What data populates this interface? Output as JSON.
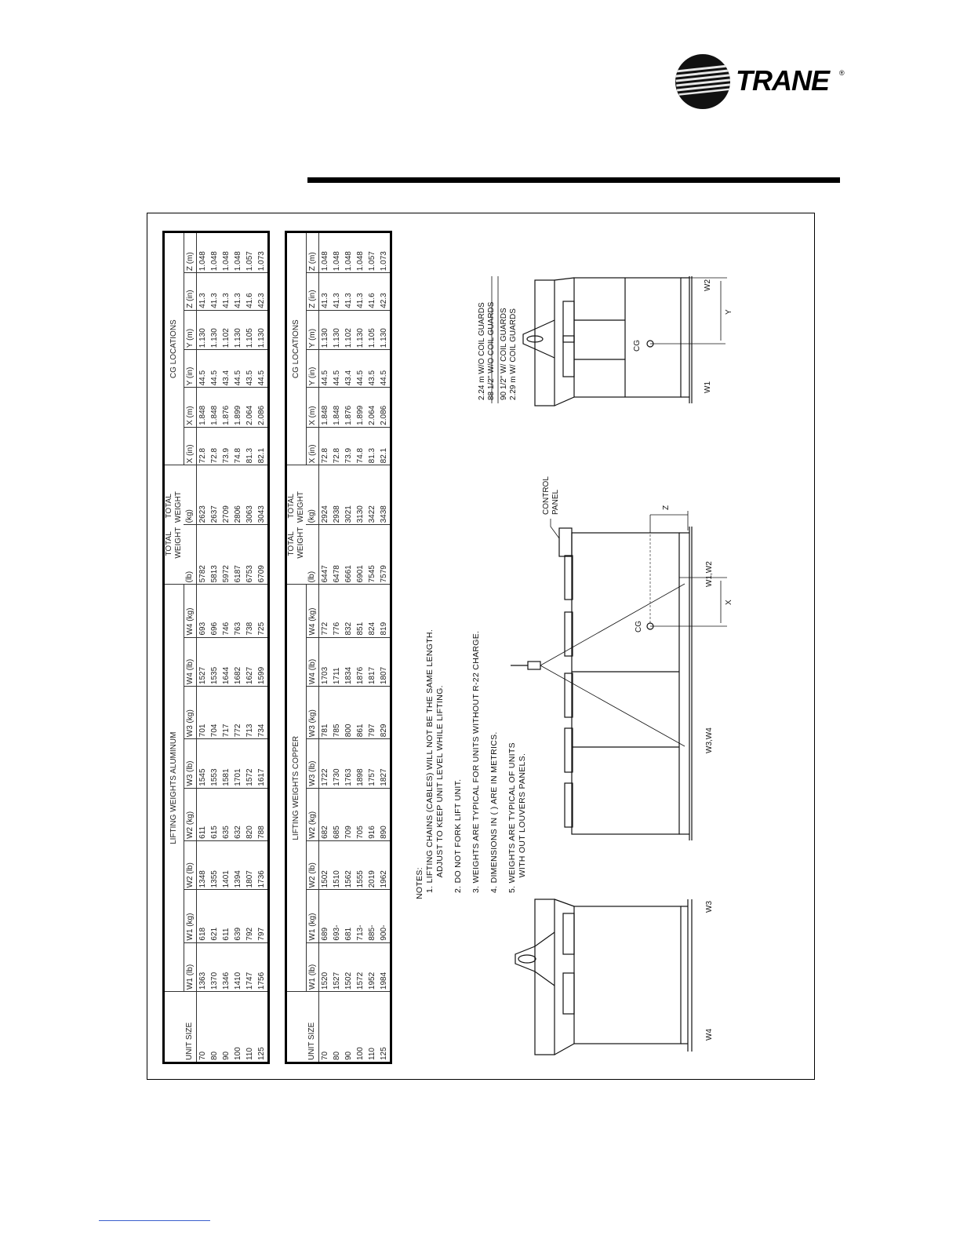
{
  "brand": {
    "name": "TRANE",
    "tm": "®"
  },
  "table_aluminum": {
    "title": "LIFTING WEIGHTS ALUMINUM",
    "total_label_lines": [
      "TOTAL",
      "WEIGHT"
    ],
    "cg_title": "CG LOCATIONS",
    "columns": [
      "UNIT SIZE",
      "W1 (lb)",
      "W1 (kg)",
      "W2 (lb)",
      "W2 (kg)",
      "W3 (lb)",
      "W3 (kg)",
      "W4 (lb)",
      "W4 (kg)",
      "(lb)",
      "(kg)",
      "X (in)",
      "X (m)",
      "Y (in)",
      "Y (m)",
      "Z (in)",
      "Z (m)"
    ],
    "rows": [
      [
        "70",
        "1363",
        "618",
        "1348",
        "611",
        "1545",
        "701",
        "1527",
        "693",
        "5782",
        "2623",
        "72.8",
        "1.848",
        "44.5",
        "1.130",
        "41.3",
        "1.048"
      ],
      [
        "80",
        "1370",
        "621",
        "1355",
        "615",
        "1553",
        "704",
        "1535",
        "696",
        "5813",
        "2637",
        "72.8",
        "1.848",
        "44.5",
        "1.130",
        "41.3",
        "1.048"
      ],
      [
        "90",
        "1346",
        "611",
        "1401",
        "635",
        "1581",
        "717",
        "1644",
        "746",
        "5972",
        "2709",
        "73.9",
        "1.876",
        "43.4",
        "1.102",
        "41.3",
        "1.048"
      ],
      [
        "100",
        "1410",
        "639",
        "1394",
        "632",
        "1701",
        "772",
        "1682",
        "763",
        "6187",
        "2806",
        "74.8",
        "1.899",
        "44.5",
        "1.130",
        "41.3",
        "1.048"
      ],
      [
        "110",
        "1747",
        "792",
        "1807",
        "820",
        "1572",
        "713",
        "1627",
        "738",
        "6753",
        "3063",
        "81.3",
        "2.064",
        "43.5",
        "1.105",
        "41.6",
        "1.057"
      ],
      [
        "125",
        "1756",
        "797",
        "1736",
        "788",
        "1617",
        "734",
        "1599",
        "725",
        "6709",
        "3043",
        "82.1",
        "2.086",
        "44.5",
        "1.130",
        "42.3",
        "1.073"
      ]
    ]
  },
  "table_copper": {
    "title": "LIFTING WEIGHTS COPPER",
    "total_label_lines": [
      "TOTAL",
      "WEIGHT"
    ],
    "cg_title": "CG LOCATIONS",
    "columns": [
      "UNIT SIZE",
      "W1 (lb)",
      "W1 (kg)",
      "W2 (lb)",
      "W2 (kg)",
      "W3 (lb)",
      "W3 (kg)",
      "W4 (lb)",
      "W4 (kg)",
      "(lb)",
      "(kg)",
      "X (in)",
      "X (m)",
      "Y (in)",
      "Y (m)",
      "Z (in)",
      "Z (m)"
    ],
    "rows": [
      [
        "70",
        "1520",
        "689",
        "1502",
        "682",
        "1722",
        "781",
        "1703",
        "772",
        "6447",
        "2924",
        "72.8",
        "1.848",
        "44.5",
        "1.130",
        "41.3",
        "1.048"
      ],
      [
        "80",
        "1527",
        "693-",
        "1510",
        "685",
        "1730",
        "785",
        "1711",
        "776",
        "6478",
        "2938",
        "72.8",
        "1.848",
        "44.5",
        "1.130",
        "41.3",
        "1.048"
      ],
      [
        "90",
        "1502",
        "681",
        "1562",
        "709",
        "1763",
        "800",
        "1834",
        "832",
        "6661",
        "3021",
        "73.9",
        "1.876",
        "43.4",
        "1.102",
        "41.3",
        "1.048"
      ],
      [
        "100",
        "1572",
        "713-",
        "1555",
        "705",
        "1898",
        "861",
        "1876",
        "851",
        "6901",
        "3130",
        "74.8",
        "1.899",
        "44.5",
        "1.130",
        "41.3",
        "1.048"
      ],
      [
        "110",
        "1952",
        "885-",
        "2019",
        "916",
        "1757",
        "797",
        "1817",
        "824",
        "7545",
        "3422",
        "81.3",
        "2.064",
        "43.5",
        "1.105",
        "41.6",
        "1.057"
      ],
      [
        "125",
        "1984",
        "900-",
        "1962",
        "890",
        "1827",
        "829",
        "1807",
        "819",
        "7579",
        "3438",
        "82.1",
        "2.086",
        "44.5",
        "1.130",
        "42.3",
        "1.073"
      ]
    ]
  },
  "notes": {
    "title": "NOTES:",
    "items": [
      [
        "1. LIFTING CHAINS (CABLES) WILL NOT BE THE SAME LENGTH.",
        "ADJUST TO KEEP UNIT LEVEL WHILE LIFTING."
      ],
      [
        "2. DO NOT FORK   LIFT UNIT."
      ],
      [
        "3. WEIGHTS ARE TYPICAL FOR UNITS WITHOUT R-22 CHARGE."
      ],
      [
        "4. DIMENSIONS IN ( ) ARE IN METRICS."
      ],
      [
        "5. WEIGHTS ARE TYPICAL OF UNITS",
        "WITH OUT LOUVERS PANELS."
      ]
    ]
  },
  "drawing_labels": {
    "w1": "W1",
    "w2": "W2",
    "w3": "W3",
    "w4": "W4",
    "w1w2": "W1,W2",
    "w3w4": "W3,W4",
    "cg": "CG",
    "x": "X",
    "y": "Y",
    "z": "Z",
    "control_panel": [
      "CONTROL",
      "PANEL"
    ],
    "coil_guards": [
      "2.24  m  W/O  COIL  GUARDS",
      "88  1/2\"  W/O  COIL  GUARDS",
      "90  1/2\"  W/  COIL  GUARDS",
      "2.29  m  W/  COIL  GUARDS"
    ]
  }
}
